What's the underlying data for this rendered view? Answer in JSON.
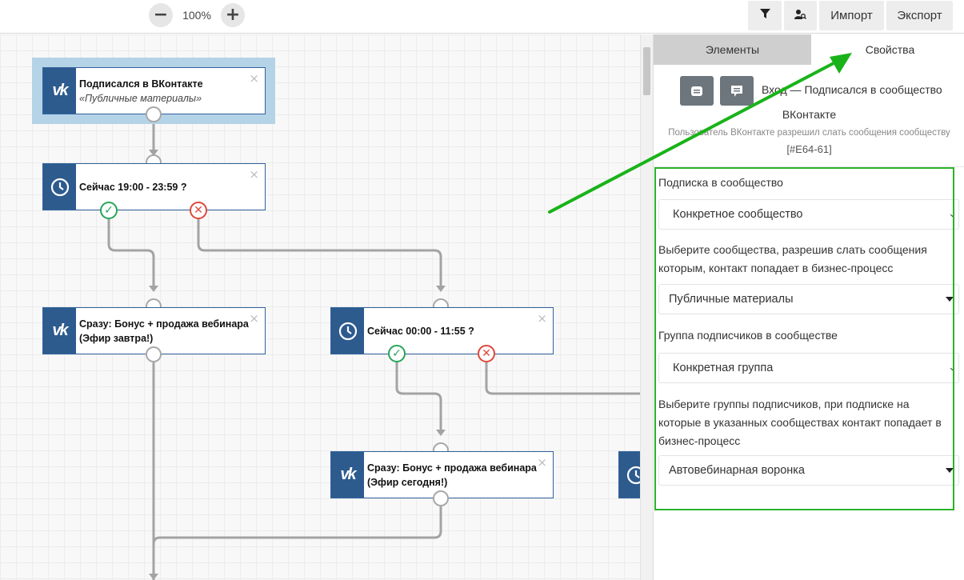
{
  "toolbar": {
    "zoom_out": "−",
    "zoom_level": "100%",
    "zoom_in": "+",
    "import_label": "Импорт",
    "export_label": "Экспорт"
  },
  "nodes": {
    "n1": {
      "title": "Подписался в ВКонтакте",
      "subtitle": "«Публичные материалы»"
    },
    "n2": {
      "title": "Сейчас 19:00 - 23:59 ?"
    },
    "n3": {
      "title": "Сразу: Бонус + продажа вебинара (Эфир завтра!)"
    },
    "n4": {
      "title": "Сейчас 00:00 - 11:55 ?"
    },
    "n5": {
      "title": "Сразу: Бонус + продажа вебинара (Эфир сегодня!)"
    }
  },
  "close_glyph": "×",
  "panel": {
    "tabs": [
      "Элементы",
      "Свойства"
    ],
    "title_line1": "Вход — Подписался в сообщество",
    "title_line2": "ВКонтакте",
    "description": "Пользователь ВКонтакте разрешил слать сообщения сообществу",
    "id": "[#E64-61]",
    "fields": [
      {
        "label": "Подписка в сообщество",
        "value": "Конкретное сообщество"
      },
      {
        "label": "Выберите сообщества, разрешив слать сообщения которым, контакт попадает в бизнес-процесс",
        "value": "Публичные материалы"
      },
      {
        "label": "Группа подписчиков в сообществе",
        "value": "Конкретная группа"
      },
      {
        "label": "Выберите группы подписчиков, при подписке на которые в указанных сообществах контакт попадает в бизнес-процесс",
        "value": "Автовебинарная воронка"
      }
    ]
  },
  "colors": {
    "accent_green": "#19b319",
    "node_blue": "#2d5b8e",
    "selected_bg": "#b5d3e7"
  },
  "icons": [
    "minus-icon",
    "plus-icon",
    "filter-icon",
    "user-search-icon",
    "vk-icon",
    "clock-icon",
    "check-icon",
    "x-icon",
    "message-icon",
    "comment-icon",
    "close-icon",
    "chevron-down-icon",
    "caret-down-icon",
    "arrow-annotation"
  ]
}
